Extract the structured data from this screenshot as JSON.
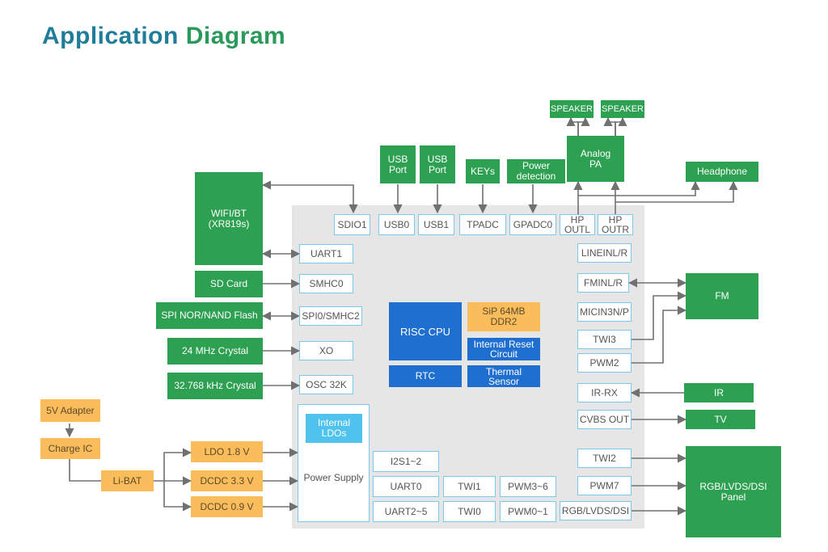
{
  "title": {
    "part1": "Application",
    "part2": "Diagram"
  },
  "blocks": {
    "wifi": "WIFI/BT\n(XR819s)",
    "sdcard": "SD Card",
    "spiflash": "SPI NOR/NAND Flash",
    "crystal24": "24 MHz Crystal",
    "crystal32": "32.768 kHz Crystal",
    "adapter": "5V Adapter",
    "chargeic": "Charge IC",
    "libat": "Li-BAT",
    "ldo18": "LDO 1.8 V",
    "dcdc33": "DCDC 3.3 V",
    "dcdc09": "DCDC 0.9 V",
    "usbport1": "USB\nPort",
    "usbport2": "USB\nPort",
    "keys": "KEYs",
    "powerdet": "Power\ndetection",
    "speaker1": "SPEAKER",
    "speaker2": "SPEAKER",
    "analogpa": "Analog\nPA",
    "headphone": "Headphone",
    "fm": "FM",
    "ir": "IR",
    "tv": "TV",
    "panel": "RGB/LVDS/DSI\nPanel"
  },
  "chip": {
    "sdio1": "SDIO1",
    "usb0": "USB0",
    "usb1": "USB1",
    "tpadc": "TPADC",
    "gpadc0": "GPADC0",
    "hpoutl": "HP\nOUTL",
    "hpoutr": "HP\nOUTR",
    "uart1": "UART1",
    "smhc0": "SMHC0",
    "spi0": "SPI0/SMHC2",
    "xo": "XO",
    "osc32k": "OSC 32K",
    "powersupply": "Power Supply",
    "ldos": "Internal\nLDOs",
    "risccpu": "RISC CPU",
    "sip": "SiP 64MB\nDDR2",
    "resetcircuit": "Internal Reset\nCircuit",
    "rtc": "RTC",
    "thermal": "Thermal\nSensor",
    "lineinl": "LINEINL/R",
    "fminl": "FMINL/R",
    "micin": "MICIN3N/P",
    "twi3": "TWI3",
    "pwm2": "PWM2",
    "irrx": "IR-RX",
    "cvbs": "CVBS OUT",
    "twi2": "TWI2",
    "pwm7": "PWM7",
    "rgb": "RGB/LVDS/DSI",
    "i2s1": "I2S1~2",
    "uart0": "UART0",
    "twi1": "TWI1",
    "pwm36": "PWM3~6",
    "uart25": "UART2~5",
    "twi0": "TWI0",
    "pwm01": "PWM0~1"
  }
}
